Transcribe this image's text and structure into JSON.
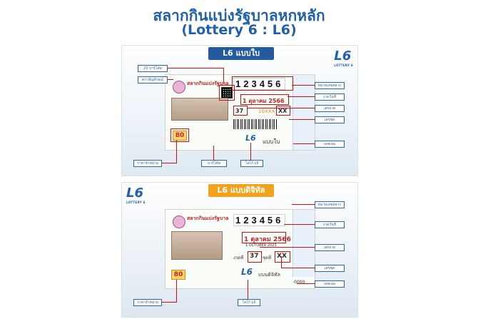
{
  "header": {
    "title": "สลากกินแบ่งรัฐบาลหกหลัก",
    "subtitle": "(Lottery 6 : L6)"
  },
  "logo": {
    "mark": "L6",
    "caption": "LOTTERY 6"
  },
  "paper_section": {
    "heading": "L6 แบบใบ",
    "ticket": {
      "brand": "สลากกินแบ่งรัฐบาล",
      "number": "123456",
      "date": "1 ตุลาคม 2566",
      "set": "37",
      "code": "XX",
      "serial": "10XXX",
      "price": "80",
      "type_label": "แบบใบ"
    },
    "callouts_left": [
      "20 บาร์โค้ด",
      "ตราสัญลักษณ์",
      "ราคาจำหน่าย"
    ],
    "callouts_right": [
      "หมายเลขสลาก",
      "งวดวันที่",
      "เลขงวด",
      "เลขชุด",
      "เลขเล่ม"
    ],
    "callouts_bottom": [
      "บาร์โค้ด",
      "โลโก้ L6"
    ]
  },
  "digital_section": {
    "heading": "L6 แบบดิจิทัล",
    "ticket": {
      "brand": "สลากกินแบ่งรัฐบาล",
      "number": "123456",
      "date": "1 ตุลาคม 2566",
      "date_en": "1 OCTOBER 2023",
      "set_label": "งวดที่",
      "set": "37",
      "group_label": "ชุดที่",
      "code": "XX",
      "price": "80",
      "type_label": "แบบดิจิทัล",
      "serial": "0000"
    },
    "callouts_right": [
      "หมายเลขสลาก",
      "งวดวันที่",
      "เลขงวด",
      "เลขชุด",
      "เลขเล่ม"
    ],
    "callouts_left": [
      "ราคาจำหน่าย"
    ],
    "callouts_bottom": [
      "โลโก้ L6"
    ]
  },
  "colors": {
    "title_blue": "#1f5fae",
    "callout_red": "#d40d10",
    "paper_pill": "#245b9e",
    "digital_pill": "#f2a31d"
  }
}
